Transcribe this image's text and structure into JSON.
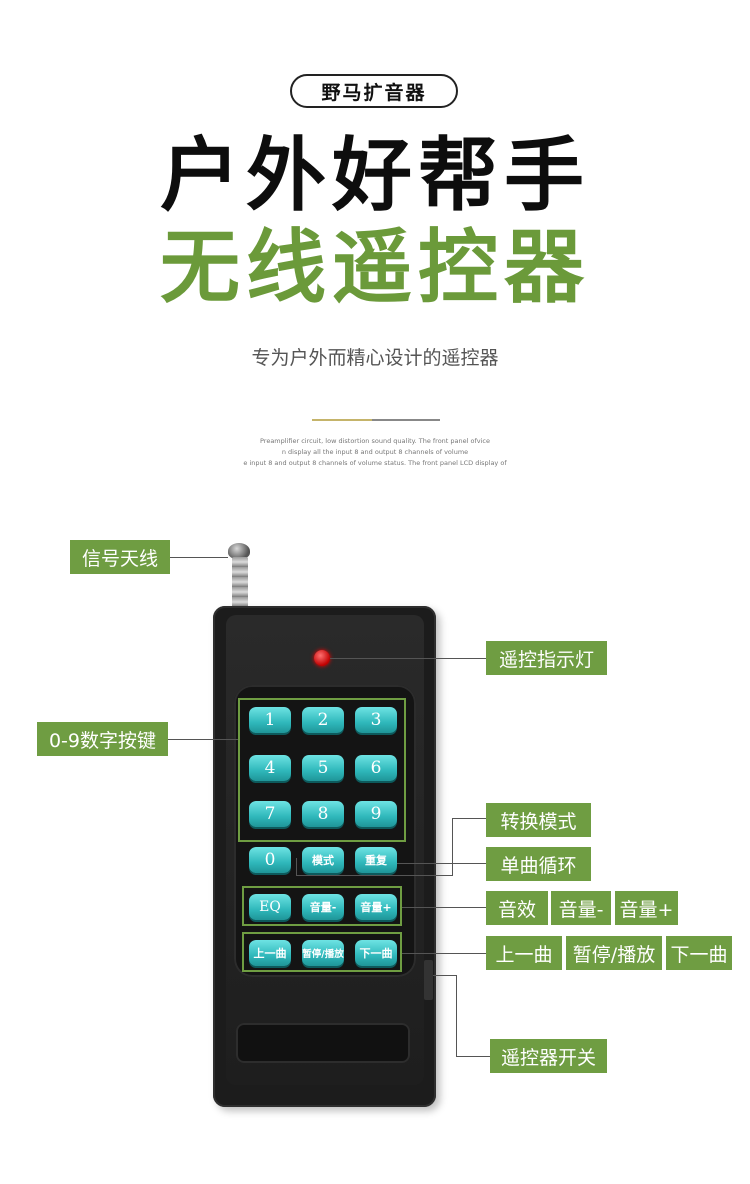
{
  "header": {
    "brand": "野马扩音器",
    "title_line1": "户外好帮手",
    "title_line2": "无线遥控器",
    "subtitle": "专为户外而精心设计的遥控器",
    "fine_print": [
      "Preamplifier circuit, low distortion sound quality. The front panel ofvice",
      "n display all the input 8 and output 8 channels of volume",
      "e input 8 and output 8 channels of volume status. The front panel LCD display of"
    ]
  },
  "labels": {
    "antenna": "信号天线",
    "indicator": "遥控指示灯",
    "number_keys": "0-9数字按键",
    "mode_switch": "转换模式",
    "single_loop": "单曲循环",
    "sound_effect": "音效",
    "volume_down": "音量-",
    "volume_up": "音量+",
    "prev_track": "上一曲",
    "pause_play": "暂停/播放",
    "next_track": "下一曲",
    "power_switch": "遥控器开关"
  },
  "keys": {
    "k1": "1",
    "k2": "2",
    "k3": "3",
    "k4": "4",
    "k5": "5",
    "k6": "6",
    "k7": "7",
    "k8": "8",
    "k9": "9",
    "k0": "0",
    "mode": "模式",
    "repeat": "重复",
    "eq": "EQ",
    "vol_down": "音量-",
    "vol_up": "音量+",
    "prev": "上一曲",
    "play_pause": "暂停/播放",
    "next": "下一曲"
  },
  "colors": {
    "accent_green": "#6f9d42",
    "key_teal": "#2fb8bb"
  }
}
